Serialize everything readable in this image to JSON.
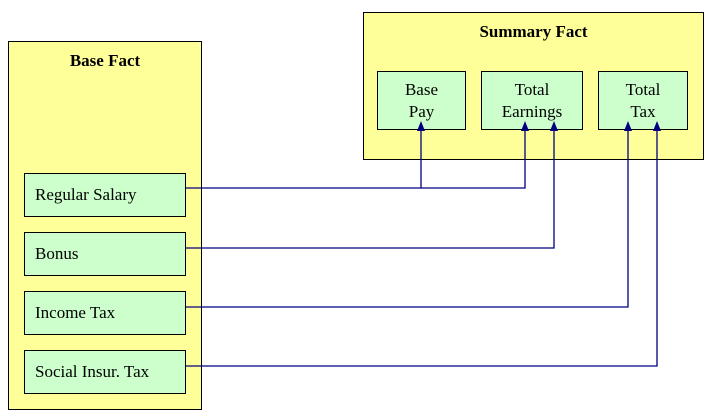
{
  "base_fact": {
    "title": "Base Fact",
    "items": [
      "Regular Salary",
      "Bonus",
      "Income Tax",
      "Social Insur. Tax"
    ]
  },
  "summary_fact": {
    "title": "Summary Fact",
    "items": [
      "Base\nPay",
      "Total\nEarnings",
      "Total\nTax"
    ]
  },
  "colors": {
    "panel_fill": "#ffff99",
    "box_fill": "#ccffcc",
    "connector": "#000080"
  },
  "connections": [
    {
      "from": "Regular Salary",
      "to": "Base\nPay"
    },
    {
      "from": "Regular Salary",
      "to": "Total\nEarnings"
    },
    {
      "from": "Bonus",
      "to": "Total\nEarnings"
    },
    {
      "from": "Income Tax",
      "to": "Total\nTax"
    },
    {
      "from": "Social Insur. Tax",
      "to": "Total\nTax"
    }
  ]
}
